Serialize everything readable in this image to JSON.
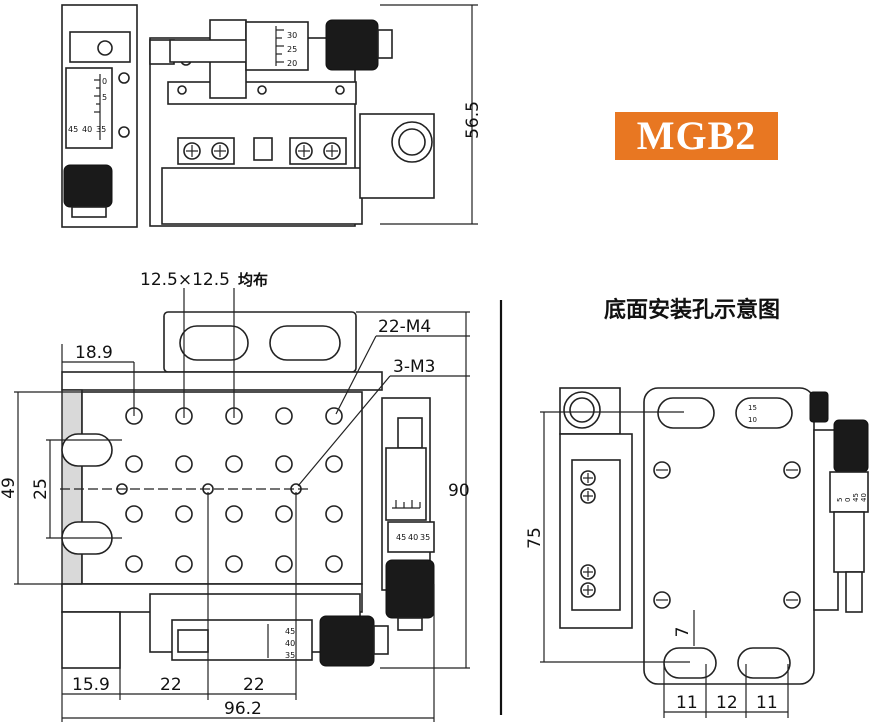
{
  "model_badge": "MGB2",
  "bottom_view_title": "底面安装孔示意图",
  "colors": {
    "badge_bg": "#e87722",
    "badge_text": "#ffffff",
    "line": "#222222",
    "knob": "#1a1a1a"
  },
  "top_view": {
    "height_dim": "56.5",
    "micrometer_scale_labels": [
      "30",
      "25",
      "20"
    ],
    "side_scale_labels": [
      "0",
      "5",
      "45",
      "40",
      "35"
    ]
  },
  "front_view": {
    "dims": {
      "hole_pitch": "12.5×12.5",
      "hole_pitch_suffix": "均布",
      "m4_holes": "22-M4",
      "m3_holes": "3-M3",
      "left_offset": "18.9",
      "height_49": "49",
      "height_25": "25",
      "height_90": "90",
      "bottom_15_9": "15.9",
      "bottom_22_a": "22",
      "bottom_22_b": "22",
      "width_96_2": "96.2"
    },
    "micrometer_scale_labels": [
      "45",
      "40",
      "35"
    ],
    "bottom_micrometer_labels": [
      "45",
      "40",
      "35"
    ]
  },
  "bottom_view": {
    "dims": {
      "height_75": "75",
      "dim_7": "7",
      "dim_11_a": "11",
      "dim_12": "12",
      "dim_11_b": "11"
    },
    "scale_labels": [
      "15",
      "10"
    ],
    "micrometer_scale_labels": [
      "5",
      "0",
      "45",
      "40"
    ]
  }
}
